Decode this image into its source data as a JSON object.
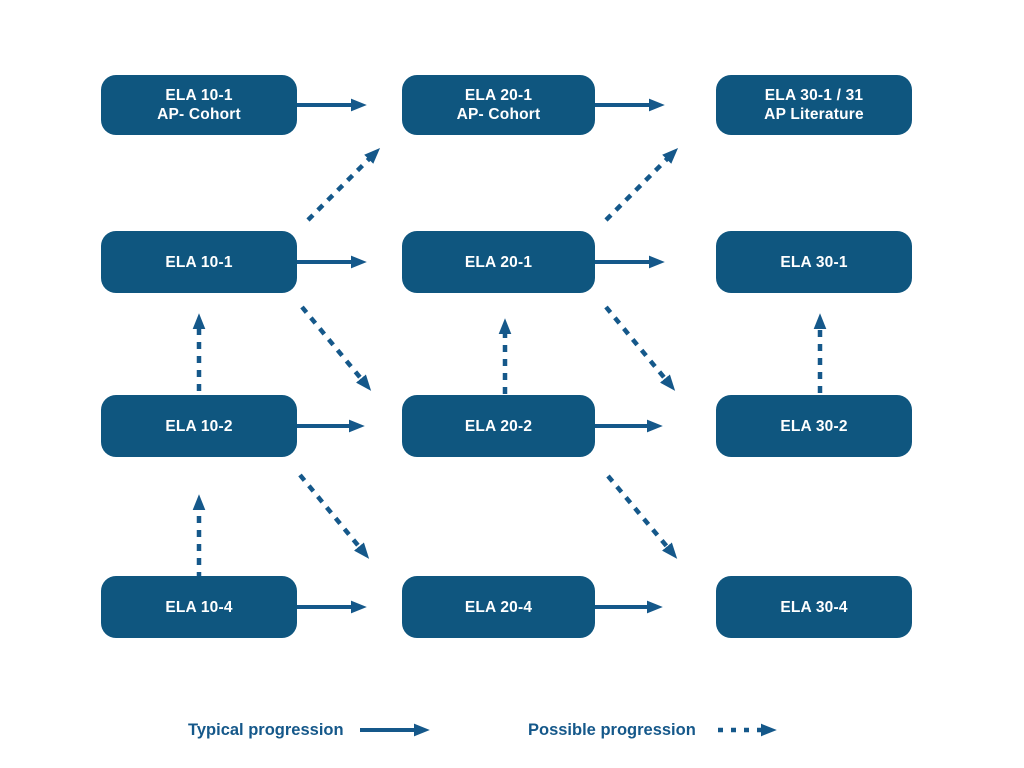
{
  "title": "ELA course progression diagram",
  "colors": {
    "box_fill": "#0F567F",
    "box_text": "#FFFFFF",
    "arrow": "#15588A",
    "legend_text": "#15588A",
    "background": "#FFFFFF"
  },
  "nodes": [
    {
      "line1": "ELA 10-1",
      "line2": "AP- Cohort"
    },
    {
      "line1": "ELA 20-1",
      "line2": "AP- Cohort"
    },
    {
      "line1": "ELA 30-1 / 31",
      "line2": "AP Literature"
    },
    {
      "line1": "ELA 10-1"
    },
    {
      "line1": "ELA 20-1"
    },
    {
      "line1": "ELA 30-1"
    },
    {
      "line1": "ELA 10-2"
    },
    {
      "line1": "ELA 20-2"
    },
    {
      "line1": "ELA 30-2"
    },
    {
      "line1": "ELA 10-4"
    },
    {
      "line1": "ELA 20-4"
    },
    {
      "line1": "ELA 30-4"
    }
  ],
  "edges": [
    {
      "from": "ELA 10-1 AP- Cohort",
      "to": "ELA 20-1 AP- Cohort",
      "style": "typical"
    },
    {
      "from": "ELA 20-1 AP- Cohort",
      "to": "ELA 30-1 / 31 AP Literature",
      "style": "typical"
    },
    {
      "from": "ELA 10-1",
      "to": "ELA 20-1",
      "style": "typical"
    },
    {
      "from": "ELA 20-1",
      "to": "ELA 30-1",
      "style": "typical"
    },
    {
      "from": "ELA 10-2",
      "to": "ELA 20-2",
      "style": "typical"
    },
    {
      "from": "ELA 20-2",
      "to": "ELA 30-2",
      "style": "typical"
    },
    {
      "from": "ELA 10-4",
      "to": "ELA 20-4",
      "style": "typical"
    },
    {
      "from": "ELA 20-4",
      "to": "ELA 30-4",
      "style": "typical"
    },
    {
      "from": "ELA 10-1",
      "to": "ELA 20-1 AP- Cohort",
      "style": "possible"
    },
    {
      "from": "ELA 20-1",
      "to": "ELA 30-1 / 31 AP Literature",
      "style": "possible"
    },
    {
      "from": "ELA 10-1",
      "to": "ELA 20-2",
      "style": "possible"
    },
    {
      "from": "ELA 10-2",
      "to": "ELA 20-4",
      "style": "possible"
    },
    {
      "from": "ELA 20-1",
      "to": "ELA 30-2",
      "style": "possible"
    },
    {
      "from": "ELA 20-2",
      "to": "ELA 30-4",
      "style": "possible"
    },
    {
      "from": "ELA 10-2",
      "to": "ELA 10-1",
      "style": "possible"
    },
    {
      "from": "ELA 10-4",
      "to": "ELA 10-2",
      "style": "possible"
    },
    {
      "from": "ELA 20-2",
      "to": "ELA 20-1",
      "style": "possible"
    },
    {
      "from": "ELA 30-2",
      "to": "ELA 30-1",
      "style": "possible"
    }
  ],
  "legend": {
    "typical_label": "Typical progression",
    "possible_label": "Possible progression"
  }
}
